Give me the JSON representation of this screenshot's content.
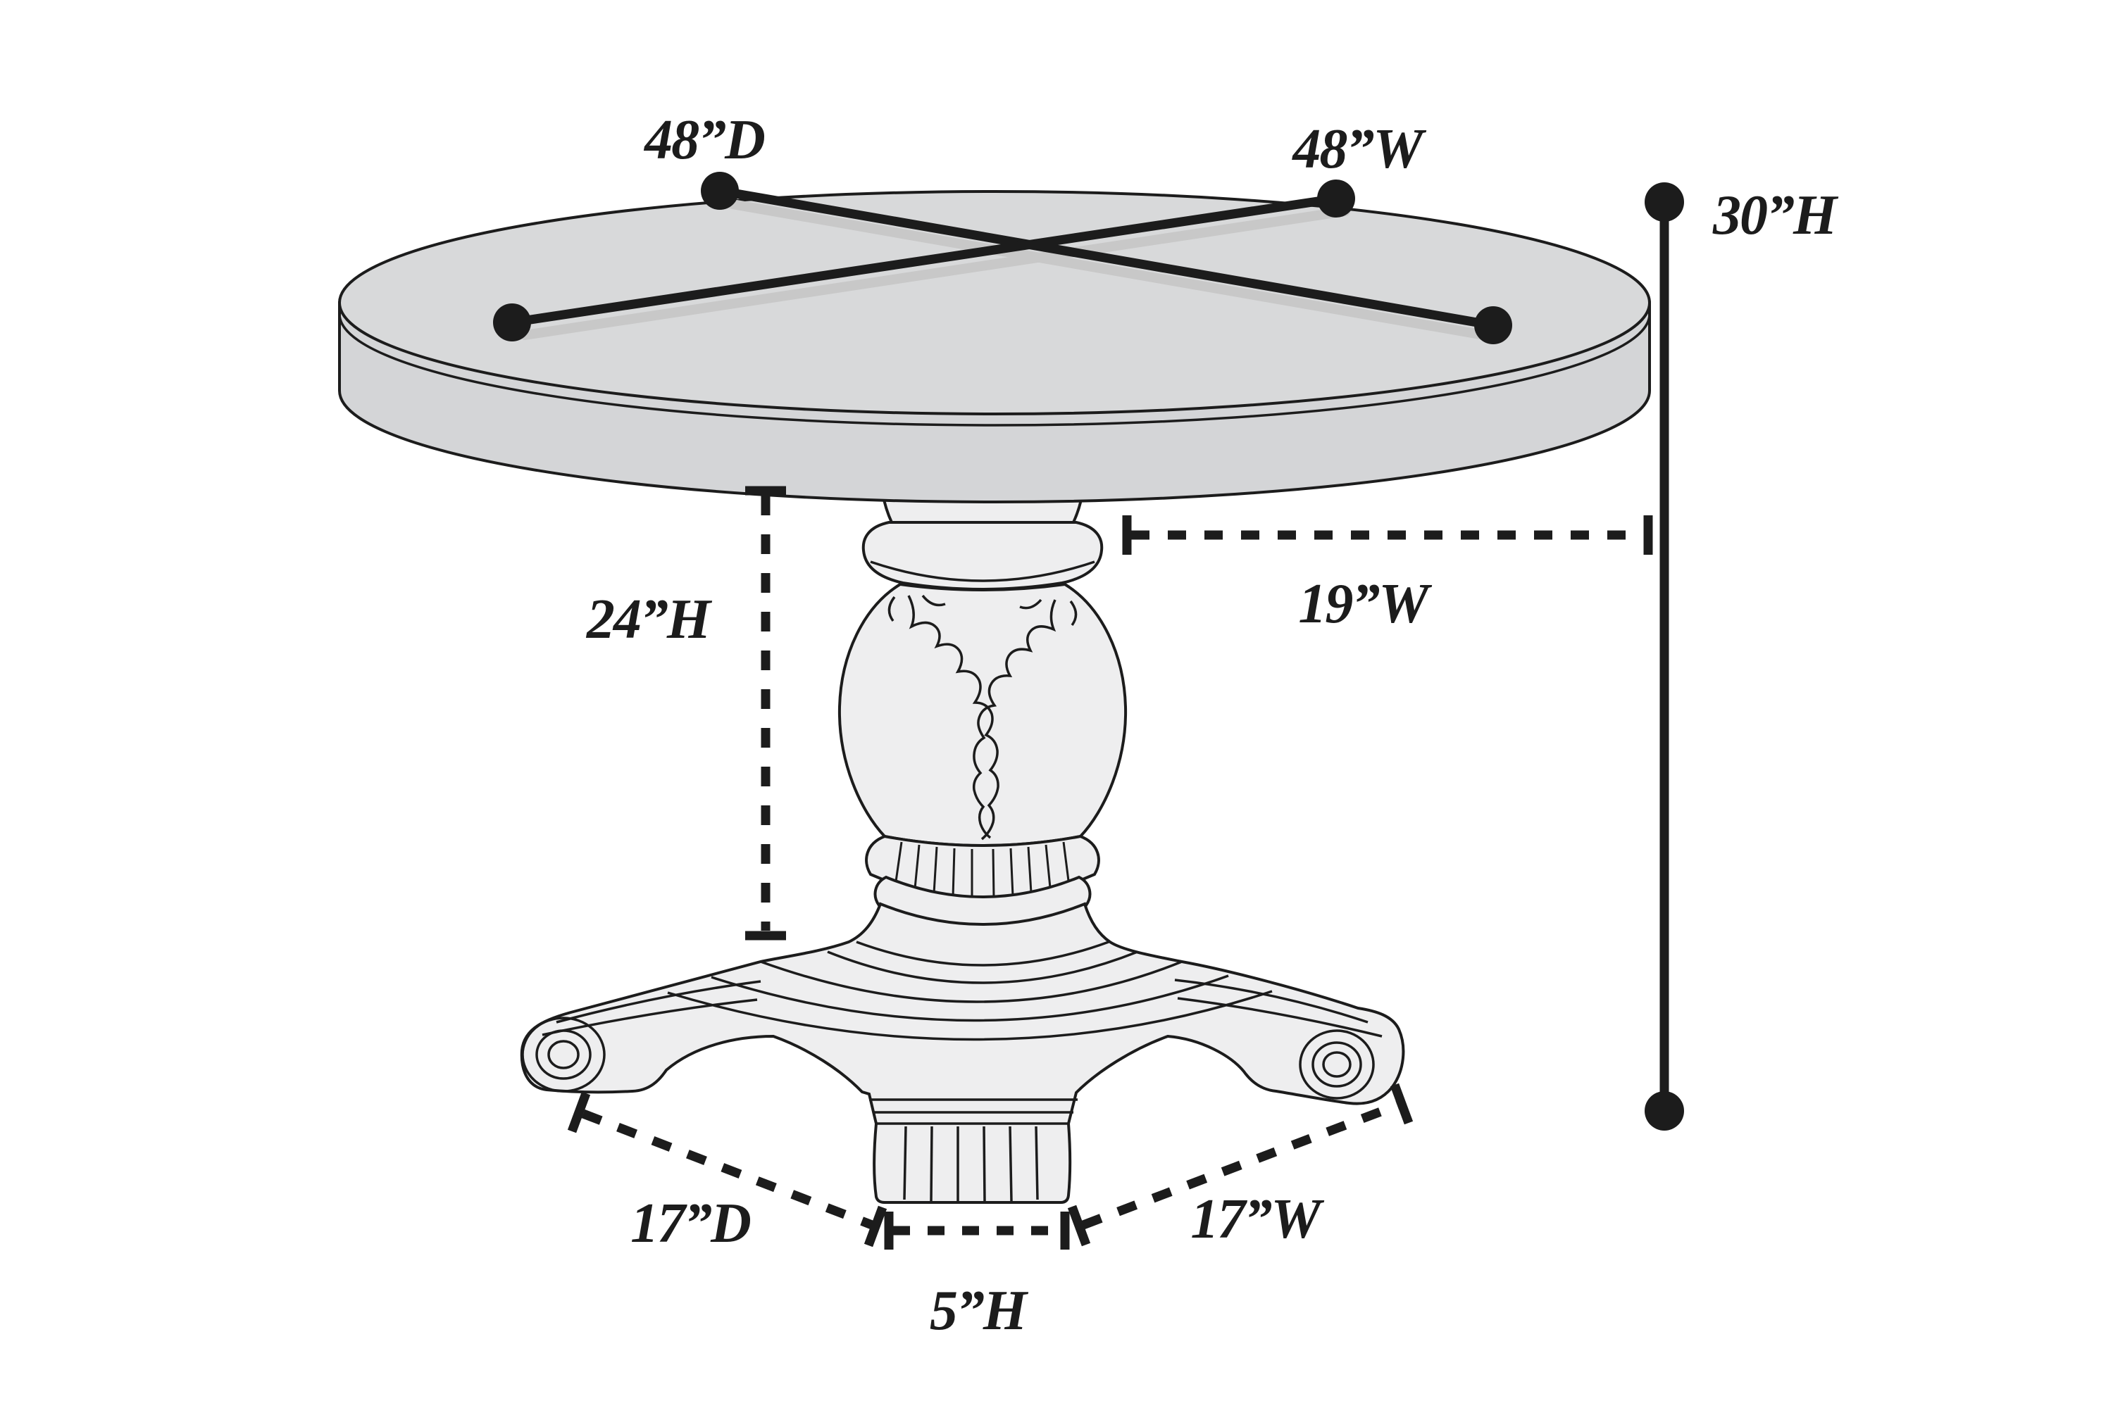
{
  "page": {
    "background": "#ffffff",
    "subject": "round pedestal dining table dimension diagram"
  },
  "diagram": {
    "style": {
      "ink": "#1c1c1c",
      "top_fill": "#d8d9da",
      "rim_fill": "#d4d5d7",
      "apron_fill": "#caccce",
      "pedestal_fill": "#eeeeef",
      "shadow": "#c8c8c8"
    },
    "dimensions": {
      "top_depth": {
        "label": "48”D",
        "kind": "solid-line-round-dots",
        "measures": "table top depth (diagonal across round top)"
      },
      "top_width": {
        "label": "48”W",
        "kind": "solid-line-round-dots",
        "measures": "table top width (diagonal across round top)"
      },
      "overall_height": {
        "label": "30”H",
        "kind": "solid-line-round-dots",
        "measures": "overall table height"
      },
      "pedestal_height": {
        "label": "24”H",
        "kind": "dashed-line-end-ticks",
        "measures": "height from floor area to table underside"
      },
      "clearance_width": {
        "label": "19”W",
        "kind": "dashed-line-end-ticks",
        "measures": "width from pedestal to table edge"
      },
      "base_depth": {
        "label": "17”D",
        "kind": "dashed-line-end-ticks",
        "measures": "base leg depth"
      },
      "base_width": {
        "label": "17”W",
        "kind": "dashed-line-end-ticks",
        "measures": "base leg width"
      },
      "foot_height": {
        "label": "5”H",
        "kind": "dashed-line-end-ticks",
        "measures": "center foot height"
      }
    }
  }
}
